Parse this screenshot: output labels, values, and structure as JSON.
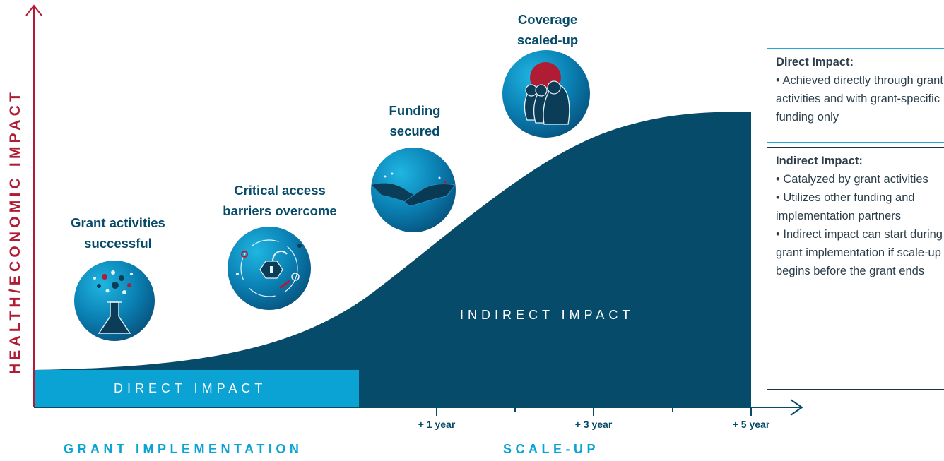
{
  "colors": {
    "dark_navy": "#074b6a",
    "light_blue": "#0aa3d4",
    "red": "#b01c33",
    "text_dark": "#2c3e4a",
    "box_border_light": "#23a9d8",
    "box_border_dark": "#1f3541"
  },
  "y_axis_title": "HEALTH/ECONOMIC IMPACT",
  "phases": {
    "left": "GRANT IMPLEMENTATION",
    "right": "SCALE-UP"
  },
  "bands": {
    "direct": "DIRECT IMPACT",
    "indirect": "INDIRECT IMPACT"
  },
  "timeline_ticks": [
    "+ 1 year",
    "+ 3 year",
    "+ 5 year"
  ],
  "milestones": [
    {
      "line1": "Grant activities",
      "line2": "successful",
      "icon": "flask-icon"
    },
    {
      "line1": "Critical access",
      "line2": "barriers overcome",
      "icon": "padlock-icon"
    },
    {
      "line1": "Funding",
      "line2": "secured",
      "icon": "handshake-icon"
    },
    {
      "line1": "Coverage",
      "line2": "scaled-up",
      "icon": "people-icon"
    }
  ],
  "direct_box": {
    "title": "Direct Impact:",
    "bullets": [
      "• Achieved directly through grant activities and with grant-specific funding only"
    ]
  },
  "indirect_box": {
    "title": "Indirect Impact:",
    "bullets": [
      "• Catalyzed by grant activities",
      "• Utilizes other funding and implementation partners",
      "• Indirect impact can start during grant implementation if scale-up begins before the grant ends"
    ]
  }
}
